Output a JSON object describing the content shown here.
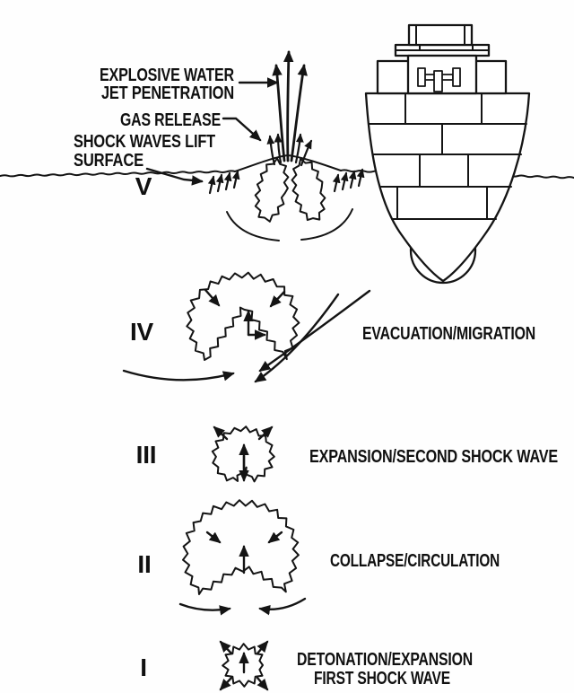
{
  "figure": {
    "background": "#fefefe",
    "ink": "#141414",
    "callouts": {
      "explosive_line1": "EXPLOSIVE WATER",
      "explosive_line2": "JET PENETRATION",
      "gas_release": "GAS RELEASE",
      "shock_line1": "SHOCK WAVES LIFT",
      "shock_line2": "SURFACE"
    },
    "stages": [
      {
        "numeral": "I",
        "line1": "DETONATION/EXPANSION",
        "line2": "FIRST SHOCK WAVE"
      },
      {
        "numeral": "II",
        "line1": "COLLAPSE/CIRCULATION"
      },
      {
        "numeral": "III",
        "line1": "EXPANSION/SECOND SHOCK WAVE"
      },
      {
        "numeral": "IV",
        "line1": "EVACUATION/MIGRATION"
      },
      {
        "numeral": "V"
      }
    ]
  }
}
